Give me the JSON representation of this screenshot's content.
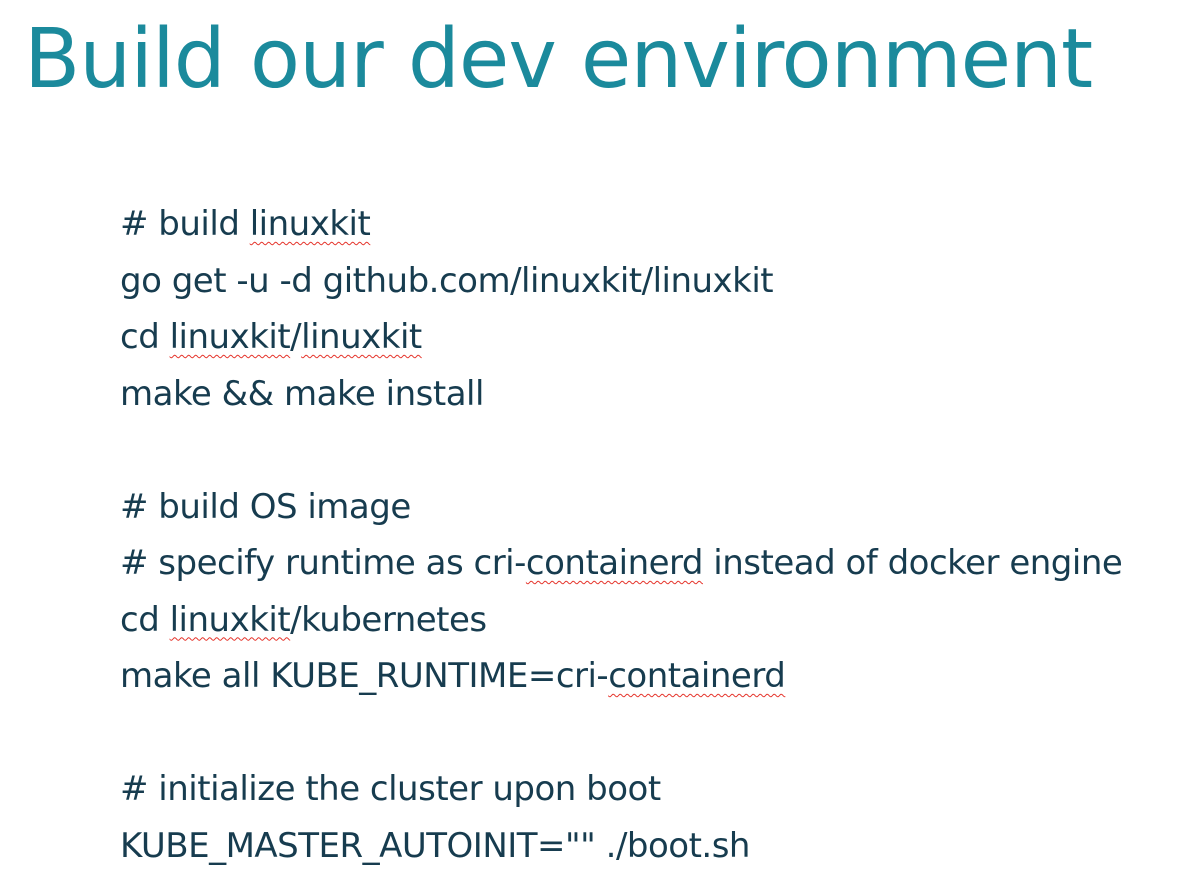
{
  "slide": {
    "title": "Build our dev environment",
    "colors": {
      "title": "#1b8a9c",
      "body_text": "#173c4f",
      "spellcheck_underline": "#e5332a",
      "background": "#ffffff"
    }
  },
  "code": {
    "build_linuxkit": {
      "comment_prefix": "# build ",
      "comment_word": "linuxkit",
      "go_get": "go get -u -d github.com/linuxkit/linuxkit",
      "cd_prefix": "cd ",
      "cd_dir1": "linuxkit",
      "cd_sep": "/",
      "cd_dir2": "linuxkit",
      "make": "make && make install"
    },
    "build_os_image": {
      "comment": "# build OS image",
      "specify_prefix": "# specify runtime as cri-",
      "specify_word": "containerd",
      "specify_suffix": " instead of docker engine",
      "cd_prefix": "cd ",
      "cd_dir": "linuxkit",
      "cd_suffix": "/kubernetes",
      "make_prefix": "make all KUBE_RUNTIME=cri-",
      "make_word": "containerd"
    },
    "init_cluster": {
      "comment": "# initialize the cluster upon boot",
      "command": "KUBE_MASTER_AUTOINIT=\"\" ./boot.sh"
    }
  }
}
